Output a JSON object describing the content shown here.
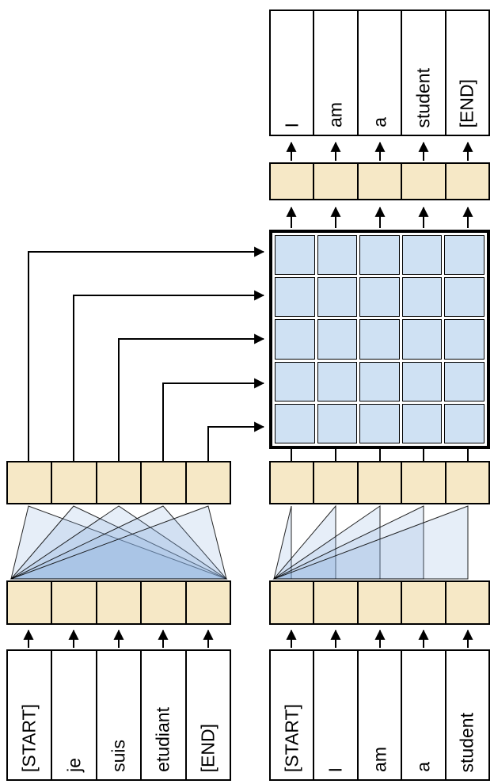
{
  "encoder": {
    "input_tokens": [
      "[START]",
      "je",
      "suis",
      "etudiant",
      "[END]"
    ]
  },
  "decoder": {
    "input_tokens": [
      "[START]",
      "I",
      "am",
      "a",
      "student"
    ],
    "output_tokens": [
      "I",
      "am",
      "a",
      "student",
      "[END]"
    ]
  },
  "attention_grid": {
    "rows": 5,
    "columns": 5
  },
  "colors": {
    "token_box_fill": "#ffffff",
    "embedding_row_fill": "#f6e8c6",
    "grid_cell_fill": "#cfe1f3",
    "fan_fill": "rgba(130,170,222,0.20)",
    "line": "#000000"
  }
}
